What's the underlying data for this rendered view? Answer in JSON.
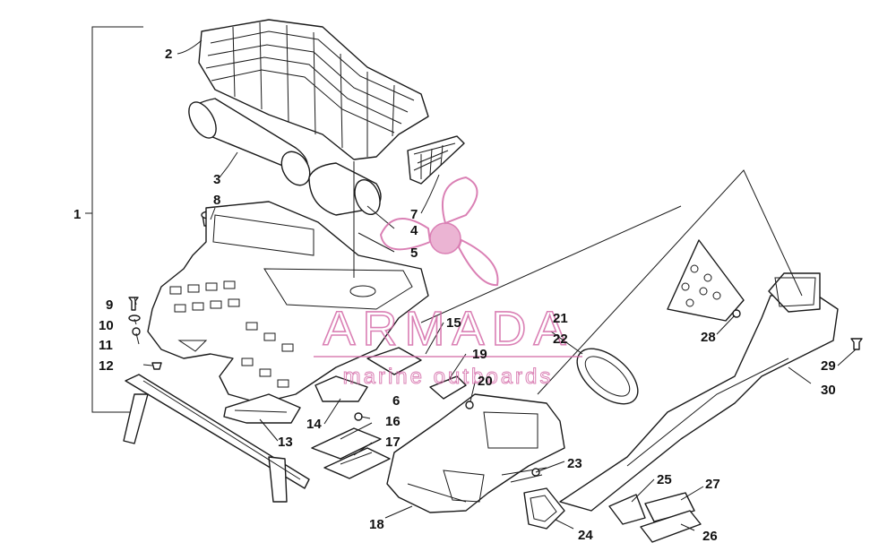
{
  "callouts": [
    {
      "id": "1",
      "label": "1"
    },
    {
      "id": "2",
      "label": "2"
    },
    {
      "id": "3",
      "label": "3"
    },
    {
      "id": "4",
      "label": "4"
    },
    {
      "id": "5",
      "label": "5"
    },
    {
      "id": "6",
      "label": "6"
    },
    {
      "id": "7",
      "label": "7"
    },
    {
      "id": "8",
      "label": "8"
    },
    {
      "id": "9",
      "label": "9"
    },
    {
      "id": "10",
      "label": "10"
    },
    {
      "id": "11",
      "label": "11"
    },
    {
      "id": "12",
      "label": "12"
    },
    {
      "id": "13",
      "label": "13"
    },
    {
      "id": "14",
      "label": "14"
    },
    {
      "id": "15",
      "label": "15"
    },
    {
      "id": "16",
      "label": "16"
    },
    {
      "id": "17",
      "label": "17"
    },
    {
      "id": "18",
      "label": "18"
    },
    {
      "id": "19",
      "label": "19"
    },
    {
      "id": "20",
      "label": "20"
    },
    {
      "id": "21",
      "label": "21"
    },
    {
      "id": "22",
      "label": "22"
    },
    {
      "id": "23",
      "label": "23"
    },
    {
      "id": "24",
      "label": "24"
    },
    {
      "id": "25",
      "label": "25"
    },
    {
      "id": "26",
      "label": "26"
    },
    {
      "id": "27",
      "label": "27"
    },
    {
      "id": "28",
      "label": "28"
    },
    {
      "id": "29",
      "label": "29"
    },
    {
      "id": "30",
      "label": "30"
    }
  ],
  "watermark": {
    "brand": "ARMADA",
    "tagline": "marine outboards",
    "color": "#d46aa8",
    "icon": "propeller-icon"
  }
}
